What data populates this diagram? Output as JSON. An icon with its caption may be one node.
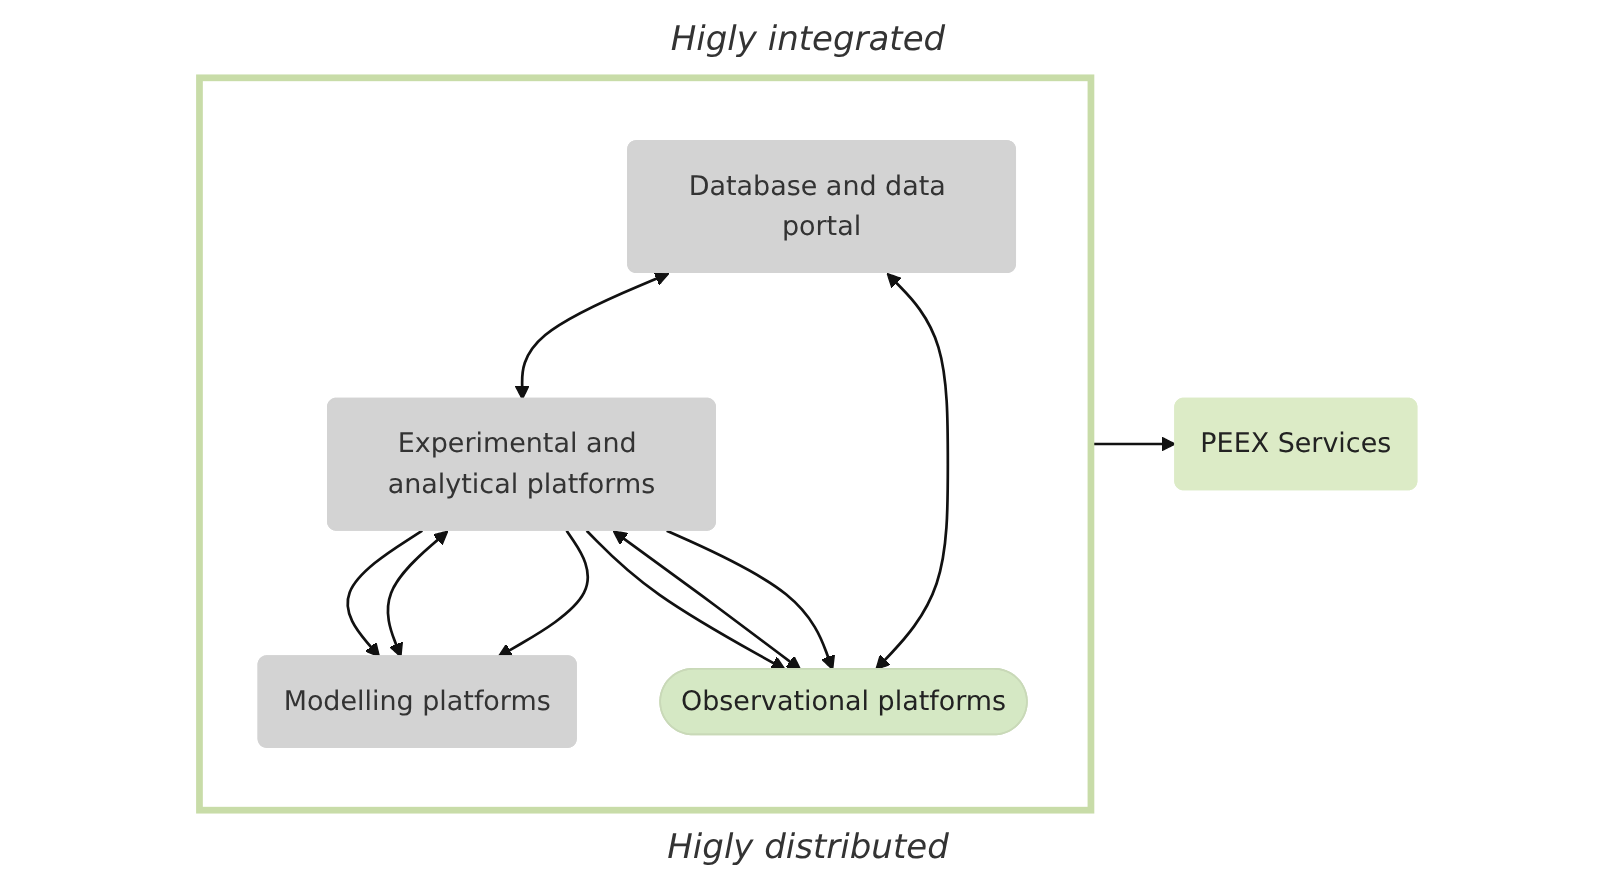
{
  "diagram": {
    "nodes": [
      {
        "text": [],
        "shape": "box"
      },
      {
        "text": [
          "Database and data portal"
        ],
        "in": 0
      },
      {
        "text": [
          "Modelling platforms"
        ],
        "in": 0
      },
      {
        "text": [
          "Experimental and analytical platforms"
        ],
        "in": 0
      },
      {
        "text": [
          "Observational platforms"
        ],
        "in": 0
      },
      {
        "text": [
          "PEEX Services"
        ]
      }
    ],
    "edges": [
      {
        "from": 3,
        "to": 2,
        "arrow": "to"
      },
      {
        "from": 3,
        "to": 2,
        "arrow": "both"
      },
      {
        "from": 3,
        "to": 2,
        "arrow": "to"
      },
      {
        "from": 1,
        "to": 3,
        "arrow": "both"
      },
      {
        "from": 1,
        "to": 4,
        "arrow": "both"
      },
      {
        "from": 3,
        "to": 4,
        "arrow": "to"
      },
      {
        "from": 3,
        "to": 4,
        "arrow": "both"
      },
      {
        "from": 3,
        "to": 4,
        "arrow": "to"
      },
      {
        "from": 0,
        "to": 5,
        "arrow": "to"
      }
    ],
    "labels": [
      "Higly integrated",
      "Higly distributed"
    ]
  }
}
